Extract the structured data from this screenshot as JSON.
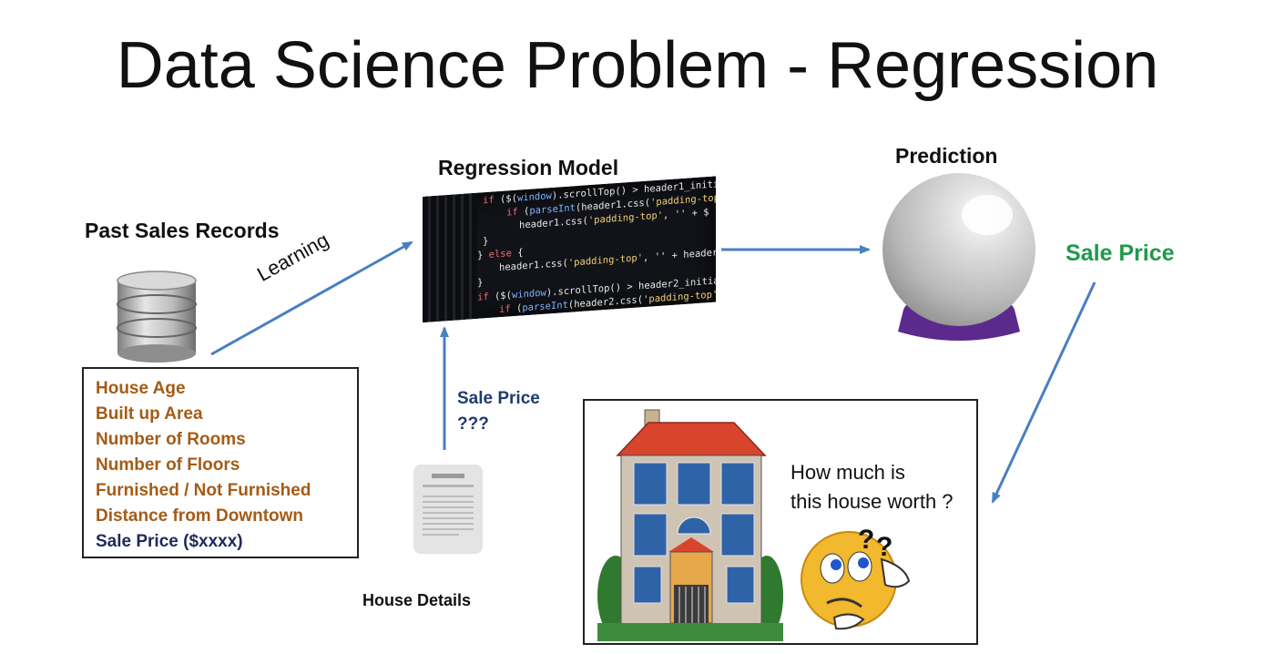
{
  "title": "Data Science Problem - Regression",
  "labels": {
    "past_sales": "Past Sales Records",
    "regression_model": "Regression Model",
    "prediction": "Prediction",
    "sale_price_output": "Sale Price",
    "learning": "Learning",
    "sale_price_query_line1": "Sale Price",
    "sale_price_query_line2": "???",
    "house_details": "House Details",
    "question_line1": "How much is",
    "question_line2": "this house worth ?"
  },
  "features": [
    "House Age",
    "Built up Area",
    "Number of Rooms",
    "Number of Floors",
    "Furnished / Not Furnished",
    "Distance from Downtown"
  ],
  "target_feature": "Sale Price ($xxxx)",
  "colors": {
    "arrow": "#4a7fc0",
    "feature_text": "#a55b17",
    "target_text": "#1f2a5a",
    "sale_price_green": "#1f9a4a",
    "sale_price_navy": "#1f3b6f",
    "crystal_base": "#5b2a8c"
  },
  "icons": [
    "database-icon",
    "code-screenshot",
    "crystal-ball-icon",
    "document-icon",
    "house-illustration",
    "thinking-emoji"
  ]
}
